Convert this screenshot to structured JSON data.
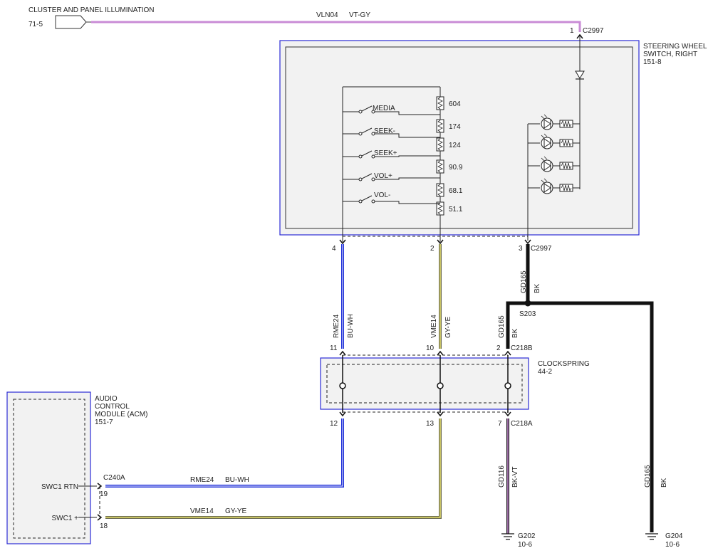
{
  "illumination": {
    "title": "CLUSTER AND PANEL ILLUMINATION",
    "ref": "71-5",
    "circuit": "VLN04",
    "color": "VT-GY"
  },
  "steering_switch": {
    "title1": "STEERING WHEEL",
    "title2": "SWITCH, RIGHT",
    "ref": "151-8",
    "connector": "C2997",
    "pin_top": "1",
    "pin_4": "4",
    "pin_2": "2",
    "pin_3": "3",
    "switches": [
      "MEDIA",
      "SEEK-",
      "SEEK+",
      "VOL+",
      "VOL-"
    ],
    "resistors": [
      "604",
      "174",
      "124",
      "90.9",
      "68.1",
      "51.1"
    ]
  },
  "wires": {
    "rme24": "RME24",
    "bu_wh": "BU-WH",
    "vme14": "VME14",
    "gy_ye": "GY-YE",
    "gd165": "GD165",
    "bk": "BK",
    "gd116": "GD116",
    "bk_vt": "BK-VT"
  },
  "splice": "S203",
  "clockspring": {
    "title": "CLOCKSPRING",
    "ref": "44-2",
    "conn_top": "C218B",
    "conn_bottom": "C218A",
    "pins_top": [
      "11",
      "10",
      "2"
    ],
    "pins_bottom": [
      "12",
      "13",
      "7"
    ]
  },
  "acm": {
    "title1": "AUDIO",
    "title2": "CONTROL",
    "title3": "MODULE (ACM)",
    "ref": "151-7",
    "connector": "C240A",
    "pin1_label": "SWC1 RTN",
    "pin1": "19",
    "pin2_label": "SWC1 +",
    "pin2": "18"
  },
  "grounds": [
    {
      "name": "G202",
      "ref": "10-6"
    },
    {
      "name": "G204",
      "ref": "10-6"
    }
  ],
  "colors": {
    "violet_gray": "#c98bd6",
    "blue_white": "#1c2ed8",
    "gray_yellow": "#a0a070",
    "black": "#111111",
    "black_violet": "#7a2a7a",
    "box_border": "#2b2bd6"
  }
}
